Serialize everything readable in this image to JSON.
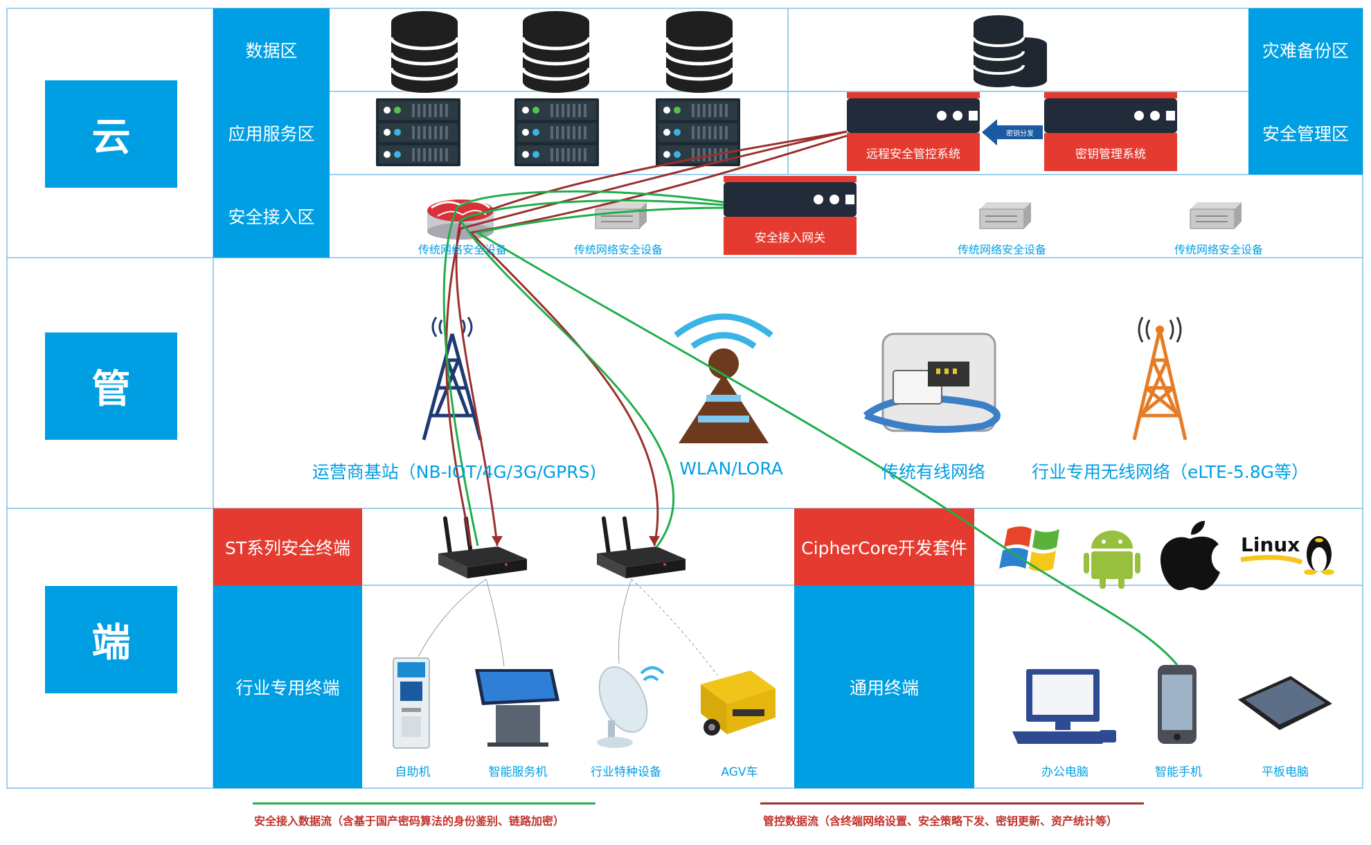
{
  "layers": {
    "cloud": "云",
    "pipe": "管",
    "end": "端"
  },
  "zones": {
    "data": "数据区",
    "app_service": "应用服务区",
    "secure_access": "安全接入区",
    "disaster_backup": "灾难备份区",
    "security_mgmt": "安全管理区"
  },
  "systems": {
    "remote_control": "远程安全管控系统",
    "key_mgmt": "密钥管理系统",
    "key_distribution": "密钥分发",
    "secure_gateway": "安全接入网关"
  },
  "security_devices": [
    "传统网络安全设备",
    "传统网络安全设备",
    "传统网络安全设备",
    "传统网络安全设备"
  ],
  "networks": [
    "运营商基站（NB-IOT/4G/3G/GPRS)",
    "WLAN/LORA",
    "传统有线网络",
    "行业专用无线网络（eLTE-5.8G等）"
  ],
  "terminals": {
    "st_series": "ST系列安全终端",
    "ciphercore": "CipherCore开发套件",
    "industry": "行业专用终端",
    "general": "通用终端"
  },
  "os_logos": {
    "linux": "Linux"
  },
  "industry_devices": [
    "自助机",
    "智能服务机",
    "行业特种设备",
    "AGV车"
  ],
  "general_devices": [
    "办公电脑",
    "智能手机",
    "平板电脑"
  ],
  "legend": {
    "green": "安全接入数据流（含基于国产密码算法的身份鉴别、链路加密）",
    "red": "管控数据流（含终端网络设置、安全策略下发、密钥更新、资产统计等）"
  },
  "colors": {
    "accent_blue": "#009fe3",
    "accent_red": "#e53a2f",
    "green_flow": "#1fae4b",
    "red_flow": "#9b2f2a"
  }
}
